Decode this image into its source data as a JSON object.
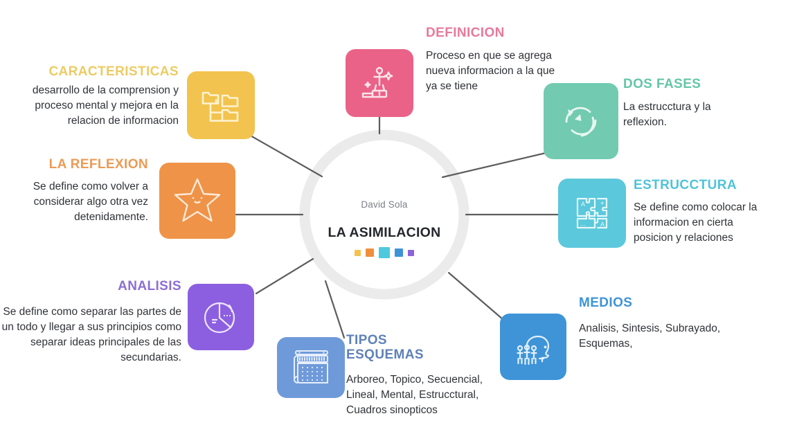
{
  "center": {
    "author": "David Sola",
    "title": "LA ASIMILACION",
    "swatches": [
      {
        "name": "swatch-yellow",
        "color": "#f3c24f",
        "size": 9
      },
      {
        "name": "swatch-orange",
        "color": "#ef8f3c",
        "size": 12
      },
      {
        "name": "swatch-cyan",
        "color": "#4fc9de",
        "size": 16
      },
      {
        "name": "swatch-blue",
        "color": "#3e93d6",
        "size": 12
      },
      {
        "name": "swatch-purple",
        "color": "#8d63d8",
        "size": 9
      }
    ]
  },
  "nodes": [
    {
      "id": "caracteristicas",
      "heading": "CARACTERISTICAS",
      "body": "desarrollo de la comprension y proceso mental y mejora en la relacion de informacion",
      "heading_color": "#edcb63",
      "tile_color": "#f2c34e",
      "icon": "folder-tree-icon"
    },
    {
      "id": "definicion",
      "heading": "DEFINICION",
      "body": "Proceso en que se agrega nueva informacion a la que ya se tiene",
      "heading_color": "#e8799a",
      "tile_color": "#ea6287",
      "icon": "person-podium-icon"
    },
    {
      "id": "dos-fases",
      "heading": "DOS FASES",
      "body": "La estrucctura y la reflexion.",
      "heading_color": "#63c6a8",
      "tile_color": "#72cbb0",
      "icon": "cycle-arrows-icon"
    },
    {
      "id": "estrucctura",
      "heading": "ESTRUCCTURA",
      "body": "Se define como colocar la informacion en cierta posicion y relaciones",
      "heading_color": "#4fc3d8",
      "tile_color": "#5bc8db",
      "icon": "puzzle-pieces-icon"
    },
    {
      "id": "medios",
      "heading": "MEDIOS",
      "body": "Analisis, Sintesis, Subrayado, Esquemas,",
      "heading_color": "#3e93d6",
      "tile_color": "#3f94d8",
      "icon": "head-people-icon"
    },
    {
      "id": "tipos-esquemas",
      "heading": "TIPOS\nESQUEMAS",
      "body": "Arboreo, Topico, Secuencial, Lineal, Mental, Estrucctural, Cuadros sinopticos",
      "heading_color": "#5f81b8",
      "tile_color": "#6f9ada",
      "icon": "notebook-calendar-icon"
    },
    {
      "id": "analisis",
      "heading": "ANALISIS",
      "body": "Se define como separar las partes de un todo y llegar a sus principios como separar ideas principales de las secundarias.",
      "heading_color": "#8b6fd4",
      "tile_color": "#8c5fe0",
      "icon": "pie-chart-icon"
    },
    {
      "id": "la-reflexion",
      "heading": "LA REFLEXION",
      "body": "Se define como  volver a considerar algo otra vez detenidamente.",
      "heading_color": "#ec9a55",
      "tile_color": "#ef9348",
      "icon": "star-face-icon"
    }
  ],
  "hub_ring_color": "#ebebeb",
  "connector_color": "#5c5c5c"
}
